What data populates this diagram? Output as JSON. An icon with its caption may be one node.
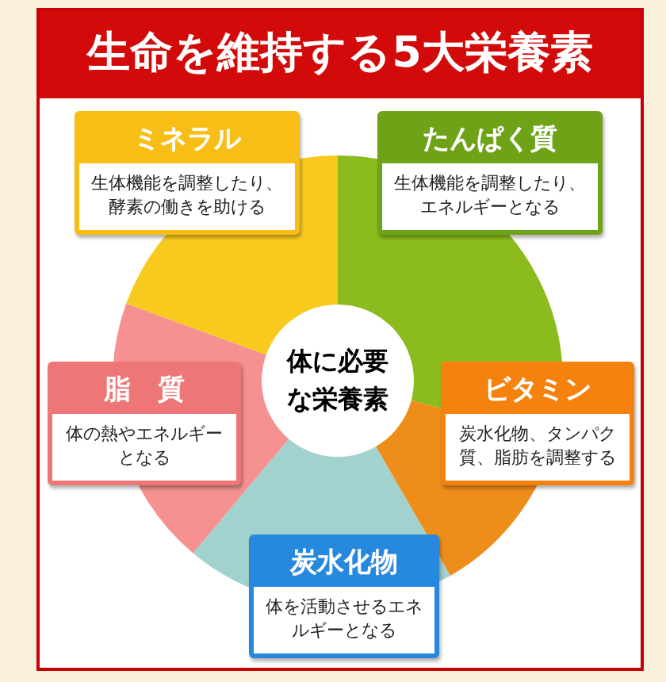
{
  "diagram": {
    "title": "生命を維持する5大栄養素",
    "nodes": [
      {
        "text": [
          "ミネラル",
          "生体機能を調整したり、酵素の働きを助ける"
        ]
      },
      {
        "text": [
          "たんぱく質",
          "生体機能を調整したり、エネルギーとなる"
        ]
      },
      {
        "text": [
          "脂　質",
          "体の熱やエネルギーとなる"
        ]
      },
      {
        "text": [
          "体に必要な栄養素"
        ]
      },
      {
        "text": [
          "ビタミン",
          "炭水化物、タンパク質、脂肪を調整する"
        ]
      },
      {
        "text": [
          "炭水化物",
          "体を活動させるエネルギーとなる"
        ]
      }
    ],
    "edges": []
  }
}
